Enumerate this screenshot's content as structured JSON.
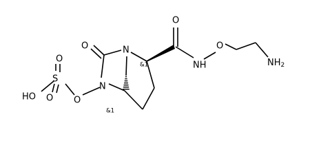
{
  "molecule": {
    "atoms": {
      "ring_n": "N",
      "carbonyl_o_left": "O",
      "carbonyl_o_right": "O",
      "hydroxylamine_nh": "NH",
      "ether_o": "O",
      "amine": "NH2",
      "amine_main": "NH",
      "amine_sub": "2",
      "n_oxy": "N",
      "sulfate_o_link": "O",
      "sulfur": "S",
      "sulfonyl_o_top": "O",
      "sulfonyl_o_bottom": "O",
      "hydroxyl": "HO"
    },
    "stereo_labels": {
      "c2": "&1",
      "c5": "&1"
    }
  }
}
